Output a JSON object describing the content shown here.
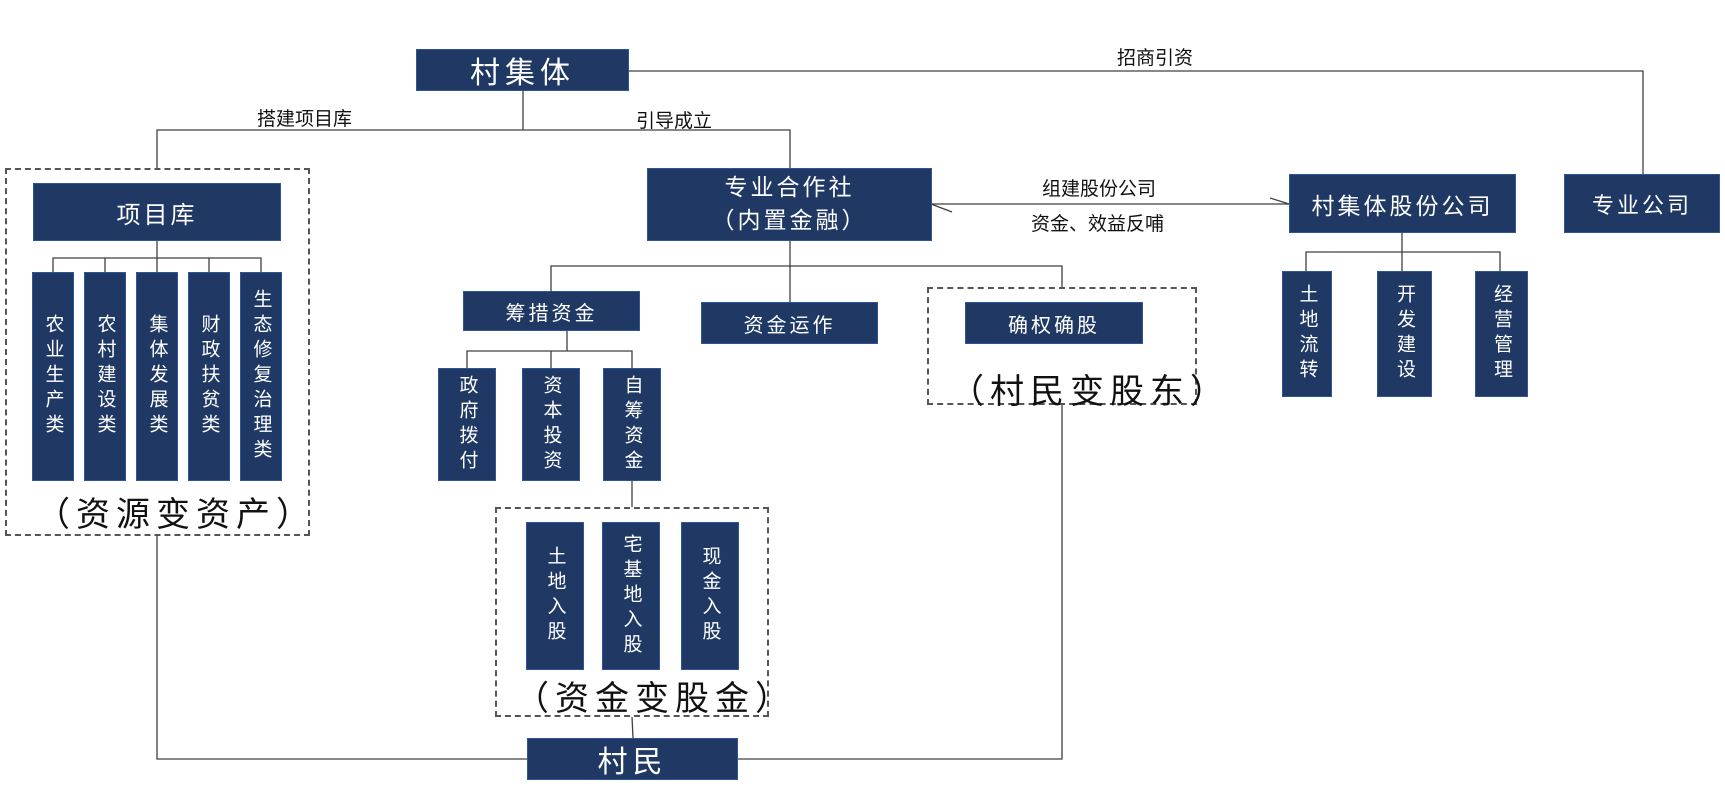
{
  "top": {
    "village_collective": "村集体"
  },
  "edges": {
    "build_library": "搭建项目库",
    "guide_establish": "引导成立",
    "investment": "招商引资",
    "form_company": "组建股份公司",
    "funds_feedback": "资金、效益反哺"
  },
  "project_library": {
    "title": "项目库",
    "categories": [
      "农业生产类",
      "农村建设类",
      "集体发展类",
      "财政扶贫类",
      "生态修复治理类"
    ],
    "caption": "（资源变资产）"
  },
  "cooperative": {
    "line1": "专业合作社",
    "line2": "（内置金融）"
  },
  "fundraising": {
    "title": "筹措资金",
    "items": [
      "政府拨付",
      "资本投资",
      "自筹资金"
    ]
  },
  "capital_operation": "资金运作",
  "equity": {
    "title": "确权确股",
    "caption": "（村民变股东）"
  },
  "self_raised": {
    "items": [
      "土地入股",
      "宅基地入股",
      "现金入股"
    ],
    "caption": "（资金变股金）"
  },
  "villagers": "村民",
  "company": {
    "title": "村集体股份公司",
    "items": [
      "土地流转",
      "开发建设",
      "经营管理"
    ]
  },
  "professional_company": "专业公司",
  "colors": {
    "box_fill": "#1f3864",
    "box_border": "#2e5597",
    "line": "#404040"
  }
}
